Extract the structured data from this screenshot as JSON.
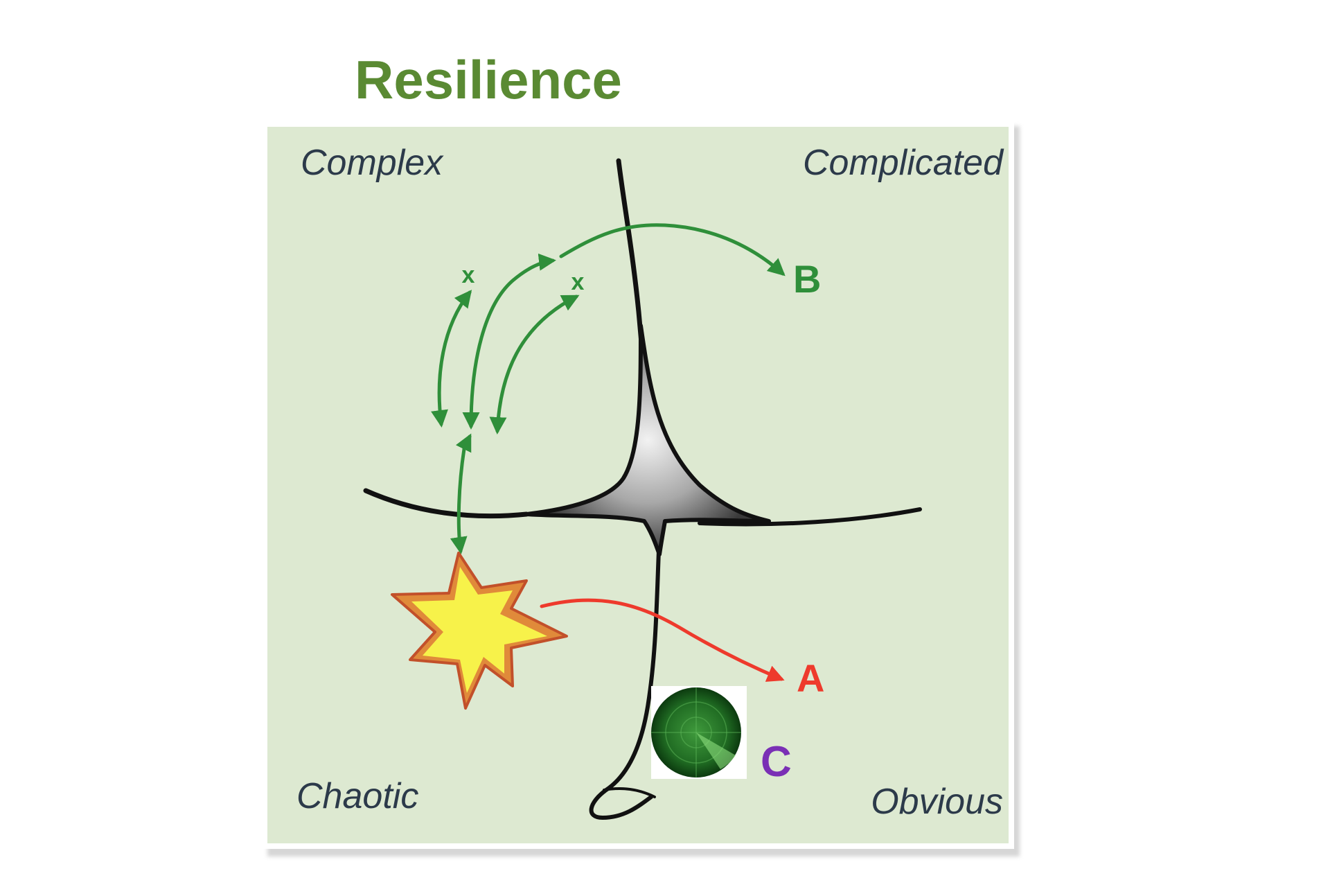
{
  "title": "Resilience",
  "quadrants": {
    "top_left": "Complex",
    "top_right": "Complicated",
    "bottom_left": "Chaotic",
    "bottom_right": "Obvious"
  },
  "markers": {
    "x1": "x",
    "x2": "x"
  },
  "outcomes": {
    "a": "A",
    "b": "B",
    "c": "C"
  },
  "colors": {
    "title": "#5a8a33",
    "panel_background": "#dde9d1",
    "green_arrows": "#2f8f3a",
    "red_arrow": "#ee3a2c",
    "purple_letter": "#7a2fb5",
    "quadrant_text": "#2c3a4a"
  },
  "icons": {
    "explosion": "starburst-icon",
    "radar": "radar-icon"
  }
}
